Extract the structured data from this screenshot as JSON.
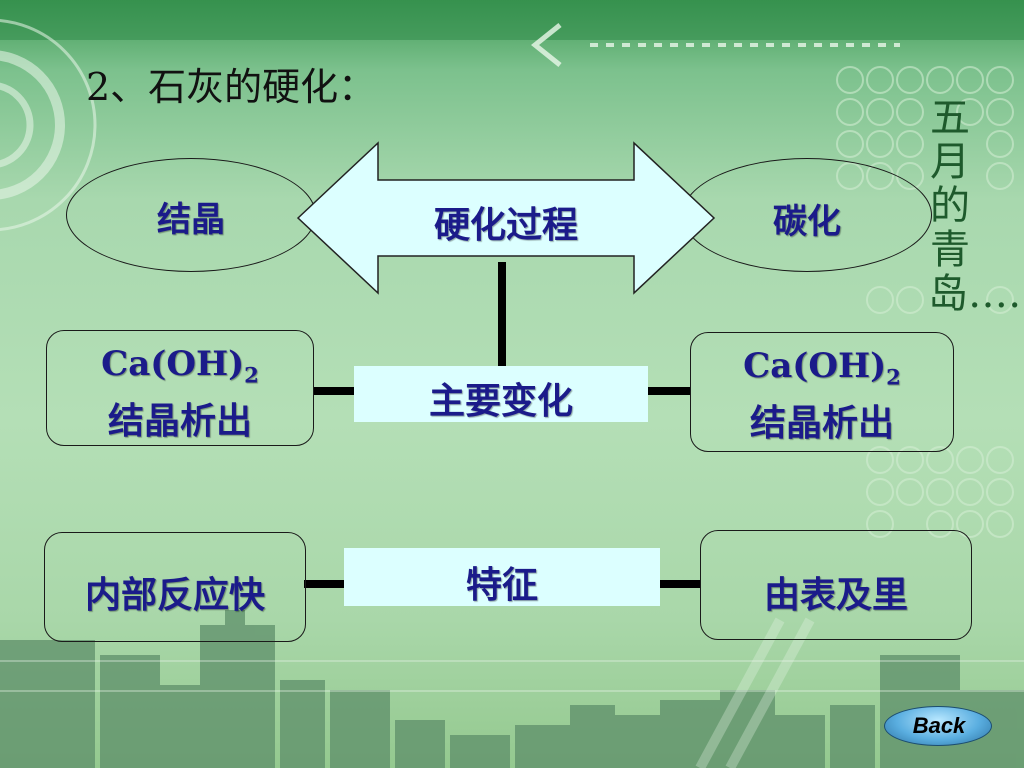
{
  "slide": {
    "title": "2、石灰的硬化：",
    "side_caption": "五月的青岛……",
    "back_label": "Back"
  },
  "diagram": {
    "arrow_label": "硬化过程",
    "left_oval": "结晶",
    "right_oval": "碳化",
    "middle_label": "主要变化",
    "left_change_formula": "Ca(OH)",
    "left_change_subscript": "2",
    "left_change_desc": "结晶析出",
    "right_change_formula": "Ca(OH)",
    "right_change_subscript": "2",
    "right_change_desc": "结晶析出",
    "feature_label": "特征",
    "left_feature": "内部反应快",
    "right_feature": "由表及里"
  },
  "colors": {
    "label_fill": "#dcffff",
    "text_blue": "#1b1b8a",
    "background_green": "#b4dfb6"
  }
}
